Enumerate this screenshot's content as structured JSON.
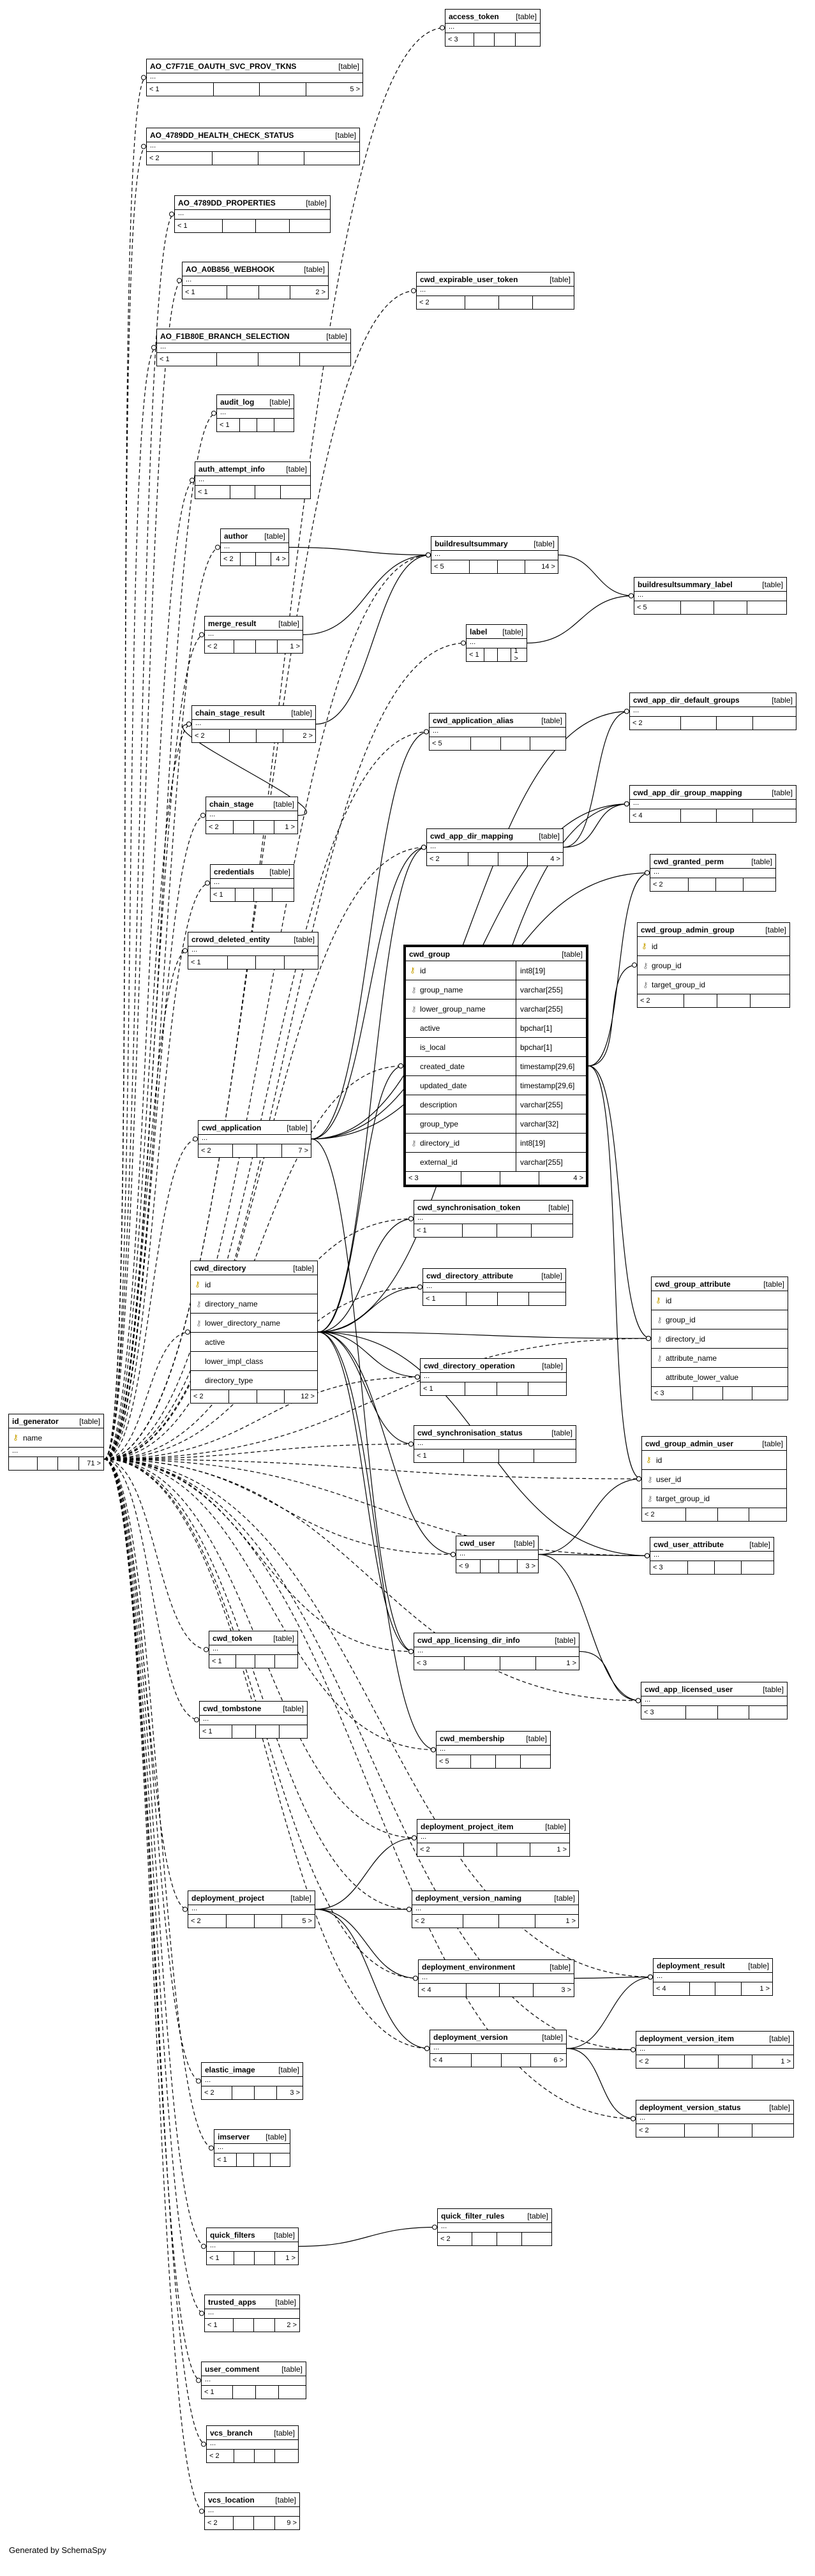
{
  "footer": "Generated by SchemaSpy",
  "kind_label": "[table]",
  "tables": [
    {
      "id": "access_token",
      "name": "access_token",
      "parents": "< 3",
      "children": ""
    },
    {
      "id": "ao_c7f",
      "name": "AO_C7F71E_OAUTH_SVC_PROV_TKNS",
      "parents": "< 1",
      "children": "5 >"
    },
    {
      "id": "ao_4789_hc",
      "name": "AO_4789DD_HEALTH_CHECK_STATUS",
      "parents": "< 2",
      "children": ""
    },
    {
      "id": "ao_4789_props",
      "name": "AO_4789DD_PROPERTIES",
      "parents": "< 1",
      "children": ""
    },
    {
      "id": "ao_a0b",
      "name": "AO_A0B856_WEBHOOK",
      "parents": "< 1",
      "children": "2 >"
    },
    {
      "id": "ao_f1b",
      "name": "AO_F1B80E_BRANCH_SELECTION",
      "parents": "< 1",
      "children": ""
    },
    {
      "id": "cwd_expirable",
      "name": "cwd_expirable_user_token",
      "parents": "< 2",
      "children": ""
    },
    {
      "id": "audit_log",
      "name": "audit_log",
      "parents": "< 1",
      "children": ""
    },
    {
      "id": "auth_attempt",
      "name": "auth_attempt_info",
      "parents": "< 1",
      "children": ""
    },
    {
      "id": "author",
      "name": "author",
      "parents": "< 2",
      "children": "4 >"
    },
    {
      "id": "buildresultsummary",
      "name": "buildresultsummary",
      "parents": "< 5",
      "children": "14 >"
    },
    {
      "id": "brs_label",
      "name": "buildresultsummary_label",
      "parents": "< 5",
      "children": ""
    },
    {
      "id": "merge_result",
      "name": "merge_result",
      "parents": "< 2",
      "children": "1 >"
    },
    {
      "id": "label",
      "name": "label",
      "parents": "< 1",
      "children": "1 >"
    },
    {
      "id": "chain_stage_result",
      "name": "chain_stage_result",
      "parents": "< 2",
      "children": "2 >"
    },
    {
      "id": "cwd_app_alias",
      "name": "cwd_application_alias",
      "parents": "< 5",
      "children": ""
    },
    {
      "id": "cwd_app_dir_default",
      "name": "cwd_app_dir_default_groups",
      "parents": "< 2",
      "children": ""
    },
    {
      "id": "chain_stage",
      "name": "chain_stage",
      "parents": "< 2",
      "children": "1 >"
    },
    {
      "id": "cwd_app_dir_group_mapping",
      "name": "cwd_app_dir_group_mapping",
      "parents": "< 4",
      "children": ""
    },
    {
      "id": "cwd_app_dir_mapping",
      "name": "cwd_app_dir_mapping",
      "parents": "< 2",
      "children": "4 >"
    },
    {
      "id": "credentials",
      "name": "credentials",
      "parents": "< 1",
      "children": ""
    },
    {
      "id": "cwd_granted_perm",
      "name": "cwd_granted_perm",
      "parents": "< 2",
      "children": ""
    },
    {
      "id": "crowd_deleted",
      "name": "crowd_deleted_entity",
      "parents": "< 1",
      "children": ""
    },
    {
      "id": "cwd_group_admin_group",
      "name": "cwd_group_admin_group",
      "parents": "< 2",
      "children": ""
    },
    {
      "id": "cwd_application",
      "name": "cwd_application",
      "parents": "< 2",
      "children": "7 >"
    },
    {
      "id": "cwd_sync_token",
      "name": "cwd_synchronisation_token",
      "parents": "< 1",
      "children": ""
    },
    {
      "id": "cwd_directory",
      "name": "cwd_directory",
      "parents": "< 2",
      "children": "12 >"
    },
    {
      "id": "cwd_dir_attr",
      "name": "cwd_directory_attribute",
      "parents": "< 1",
      "children": ""
    },
    {
      "id": "cwd_group_attr",
      "name": "cwd_group_attribute",
      "parents": "< 3",
      "children": ""
    },
    {
      "id": "cwd_dir_op",
      "name": "cwd_directory_operation",
      "parents": "< 1",
      "children": ""
    },
    {
      "id": "id_generator",
      "name": "id_generator",
      "parents": "",
      "children": "71 >"
    },
    {
      "id": "cwd_sync_status",
      "name": "cwd_synchronisation_status",
      "parents": "< 1",
      "children": ""
    },
    {
      "id": "cwd_group_admin_user",
      "name": "cwd_group_admin_user",
      "parents": "< 2",
      "children": ""
    },
    {
      "id": "cwd_user",
      "name": "cwd_user",
      "parents": "< 9",
      "children": "3 >"
    },
    {
      "id": "cwd_user_attr",
      "name": "cwd_user_attribute",
      "parents": "< 3",
      "children": ""
    },
    {
      "id": "cwd_token",
      "name": "cwd_token",
      "parents": "< 1",
      "children": ""
    },
    {
      "id": "cwd_app_lic_dir",
      "name": "cwd_app_licensing_dir_info",
      "parents": "< 3",
      "children": "1 >"
    },
    {
      "id": "cwd_tombstone",
      "name": "cwd_tombstone",
      "parents": "< 1",
      "children": ""
    },
    {
      "id": "cwd_app_lic_user",
      "name": "cwd_app_licensed_user",
      "parents": "< 3",
      "children": ""
    },
    {
      "id": "cwd_membership",
      "name": "cwd_membership",
      "parents": "< 5",
      "children": ""
    },
    {
      "id": "dep_project_item",
      "name": "deployment_project_item",
      "parents": "< 2",
      "children": "1 >"
    },
    {
      "id": "dep_project",
      "name": "deployment_project",
      "parents": "< 2",
      "children": "5 >"
    },
    {
      "id": "dep_version_naming",
      "name": "deployment_version_naming",
      "parents": "< 2",
      "children": "1 >"
    },
    {
      "id": "dep_environment",
      "name": "deployment_environment",
      "parents": "< 4",
      "children": "3 >"
    },
    {
      "id": "dep_result",
      "name": "deployment_result",
      "parents": "< 4",
      "children": "1 >"
    },
    {
      "id": "dep_version",
      "name": "deployment_version",
      "parents": "< 4",
      "children": "6 >"
    },
    {
      "id": "dep_version_item",
      "name": "deployment_version_item",
      "parents": "< 2",
      "children": "1 >"
    },
    {
      "id": "elastic_image",
      "name": "elastic_image",
      "parents": "< 2",
      "children": "3 >"
    },
    {
      "id": "dep_version_status",
      "name": "deployment_version_status",
      "parents": "< 2",
      "children": ""
    },
    {
      "id": "imserver",
      "name": "imserver",
      "parents": "< 1",
      "children": ""
    },
    {
      "id": "quick_filter_rules",
      "name": "quick_filter_rules",
      "parents": "< 2",
      "children": ""
    },
    {
      "id": "quick_filters",
      "name": "quick_filters",
      "parents": "< 1",
      "children": "1 >"
    },
    {
      "id": "trusted_apps",
      "name": "trusted_apps",
      "parents": "< 1",
      "children": "2 >"
    },
    {
      "id": "user_comment",
      "name": "user_comment",
      "parents": "< 1",
      "children": ""
    },
    {
      "id": "vcs_branch",
      "name": "vcs_branch",
      "parents": "< 2",
      "children": ""
    },
    {
      "id": "vcs_location",
      "name": "vcs_location",
      "parents": "< 2",
      "children": "9 >"
    }
  ],
  "detailed": {
    "cwd_group": {
      "name": "cwd_group",
      "columns": [
        {
          "name": "id",
          "type": "int8[19]",
          "key": "pk"
        },
        {
          "name": "group_name",
          "type": "varchar[255]",
          "key": "fk"
        },
        {
          "name": "lower_group_name",
          "type": "varchar[255]",
          "key": "fk"
        },
        {
          "name": "active",
          "type": "bpchar[1]",
          "key": ""
        },
        {
          "name": "is_local",
          "type": "bpchar[1]",
          "key": ""
        },
        {
          "name": "created_date",
          "type": "timestamp[29,6]",
          "key": ""
        },
        {
          "name": "updated_date",
          "type": "timestamp[29,6]",
          "key": ""
        },
        {
          "name": "description",
          "type": "varchar[255]",
          "key": ""
        },
        {
          "name": "group_type",
          "type": "varchar[32]",
          "key": ""
        },
        {
          "name": "directory_id",
          "type": "int8[19]",
          "key": "fk"
        },
        {
          "name": "external_id",
          "type": "varchar[255]",
          "key": ""
        }
      ],
      "parents": "< 3",
      "children": "4 >"
    },
    "cwd_directory": {
      "name": "cwd_directory",
      "columns": [
        {
          "name": "id",
          "key": "pk"
        },
        {
          "name": "directory_name",
          "key": "fk"
        },
        {
          "name": "lower_directory_name",
          "key": "fk"
        },
        {
          "name": "active",
          "key": ""
        },
        {
          "name": "lower_impl_class",
          "key": ""
        },
        {
          "name": "directory_type",
          "key": ""
        }
      ],
      "parents": "< 2",
      "children": "12 >"
    },
    "id_generator": {
      "name": "id_generator",
      "columns": [
        {
          "name": "name",
          "key": "pk"
        }
      ],
      "parents": "",
      "children": "71 >"
    },
    "cwd_group_admin_group": {
      "name": "cwd_group_admin_group",
      "columns": [
        {
          "name": "id",
          "key": "pk"
        },
        {
          "name": "group_id",
          "key": "fk"
        },
        {
          "name": "target_group_id",
          "key": "fk"
        }
      ],
      "parents": "< 2",
      "children": ""
    },
    "cwd_group_attribute": {
      "name": "cwd_group_attribute",
      "columns": [
        {
          "name": "id",
          "key": "pk"
        },
        {
          "name": "group_id",
          "key": "fk"
        },
        {
          "name": "directory_id",
          "key": "fk"
        },
        {
          "name": "attribute_name",
          "key": "fk"
        },
        {
          "name": "attribute_lower_value",
          "key": ""
        }
      ],
      "parents": "< 3",
      "children": ""
    },
    "cwd_group_admin_user": {
      "name": "cwd_group_admin_user",
      "columns": [
        {
          "name": "id",
          "key": "pk"
        },
        {
          "name": "user_id",
          "key": "fk"
        },
        {
          "name": "target_group_id",
          "key": "fk"
        }
      ],
      "parents": "< 2",
      "children": ""
    }
  }
}
